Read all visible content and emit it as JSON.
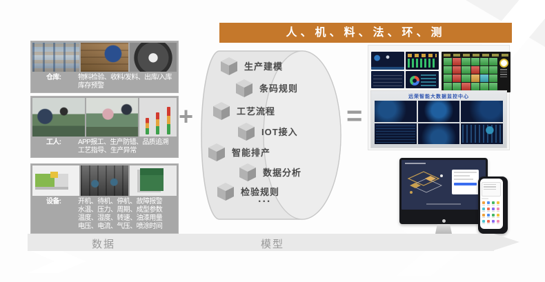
{
  "banner": {
    "title": "人、机、料、法、环、测",
    "color": "#c5782b"
  },
  "cards": [
    {
      "label": "仓库:",
      "lines": [
        "物料检验、收料/发料、出库/入库",
        "库存预警"
      ]
    },
    {
      "label": "工人:",
      "lines": [
        "APP报工、生产防错、品质追溯",
        "工艺指导、生产异常"
      ]
    },
    {
      "label": "设备:",
      "lines": [
        "开机、待机、停机、故障报警",
        "水温、压力、周期、成型参数",
        "温度、湿度、转速、油漆用量",
        "电压、电流、气压、喷涂时间"
      ]
    }
  ],
  "operators": {
    "plus": "+",
    "equals": "="
  },
  "cylinder": {
    "items": [
      "生产建模",
      "条码规则",
      "工艺流程",
      "IOT接入",
      "智能排产",
      "数据分析",
      "检验规则"
    ],
    "more": "..."
  },
  "wall": {
    "title": "远荣智能大数据监控中心"
  },
  "status_grid": [
    "g",
    "r",
    "g",
    "g",
    "g",
    "g",
    "g",
    "r",
    "g",
    "r",
    "g",
    "g",
    "g",
    "r",
    "g",
    "y",
    "t",
    "g",
    "g",
    "g",
    "r",
    "g",
    "g",
    "g"
  ],
  "status_colors": {
    "g": "#3fae4c",
    "r": "#cf3a2e",
    "y": "#e2a23c",
    "t": "#3bb3c3"
  },
  "footer": {
    "left_label": "数据",
    "right_label": "模型"
  },
  "phone": {
    "app_icon_colors": [
      "#f0a23c",
      "#4f8df0",
      "#45b864",
      "#f0c23c",
      "#4fc3d0",
      "#ef6a4f",
      "#8a6cf0",
      "#f08ab0"
    ]
  }
}
